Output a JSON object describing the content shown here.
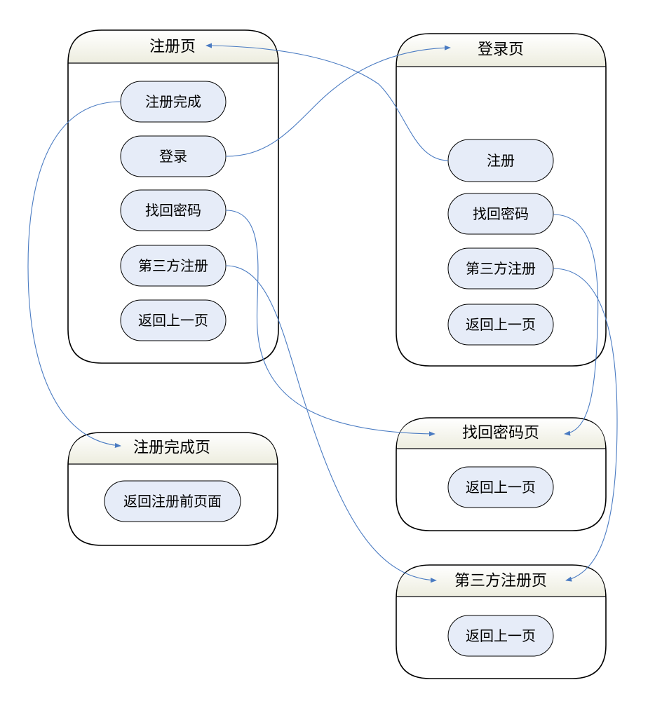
{
  "pages": {
    "register": {
      "title": "注册页",
      "buttons": {
        "complete": "注册完成",
        "login": "登录",
        "find_password": "找回密码",
        "third_party": "第三方注册",
        "back": "返回上一页"
      }
    },
    "login": {
      "title": "登录页",
      "buttons": {
        "register": "注册",
        "find_password": "找回密码",
        "third_party": "第三方注册",
        "back": "返回上一页"
      }
    },
    "register_complete": {
      "title": "注册完成页",
      "buttons": {
        "back_before_register": "返回注册前页面"
      }
    },
    "find_password": {
      "title": "找回密码页",
      "buttons": {
        "back": "返回上一页"
      }
    },
    "third_party_register": {
      "title": "第三方注册页",
      "buttons": {
        "back": "返回上一页"
      }
    }
  },
  "colors": {
    "button_fill": "#e6ecf8",
    "arrow": "#4a7bc2",
    "title_bar_top": "#ffffff",
    "title_bar_bottom": "#ededdf"
  }
}
